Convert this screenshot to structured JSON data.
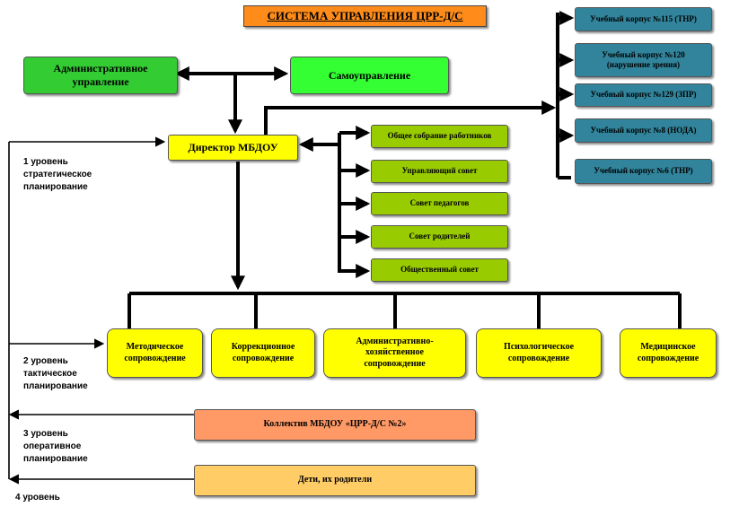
{
  "title": "СИСТЕМА УПРАВЛЕНИЯ ЦРР-Д/С",
  "top": {
    "admin": "Административное управление",
    "self": "Самоуправление"
  },
  "director": "Директор МБДОУ",
  "councils": [
    "Общее собрание работников",
    "Управляющий совет",
    "Совет педагогов",
    "Совет родителей",
    "Общественный совет"
  ],
  "buildings": [
    "Учебный корпус №115 (ТНР)",
    "Учебный корпус №120 (нарушение зрения)",
    "Учебный корпус №129 (ЗПР)",
    "Учебный корпус №8 (НОДА)",
    "Учебный корпус №6 (ТНР)"
  ],
  "support": [
    "Методическое сопровождение",
    "Коррекционное сопровождение",
    "Административно-хозяйственное сопровождение",
    "Психологическое сопровождение",
    "Медицинское сопровождение"
  ],
  "collective": "Коллектив МБДОУ «ЦРР-Д/С №2»",
  "children": "Дети, их родители",
  "levels": [
    "1 уровень\nстратегическое\nпланирование",
    "2 уровень\nтактическое\nпланирование",
    "3 уровень\nоперативное\nпланирование",
    "4 уровень"
  ],
  "colors": {
    "title": "#ff8c1a",
    "admin": "#33cc33",
    "self": "#33ff33",
    "director": "#ffff00",
    "council": "#99cc00",
    "building": "#31849b",
    "support": "#ffff00",
    "collective": "#ff9966",
    "children": "#ffcc66"
  }
}
